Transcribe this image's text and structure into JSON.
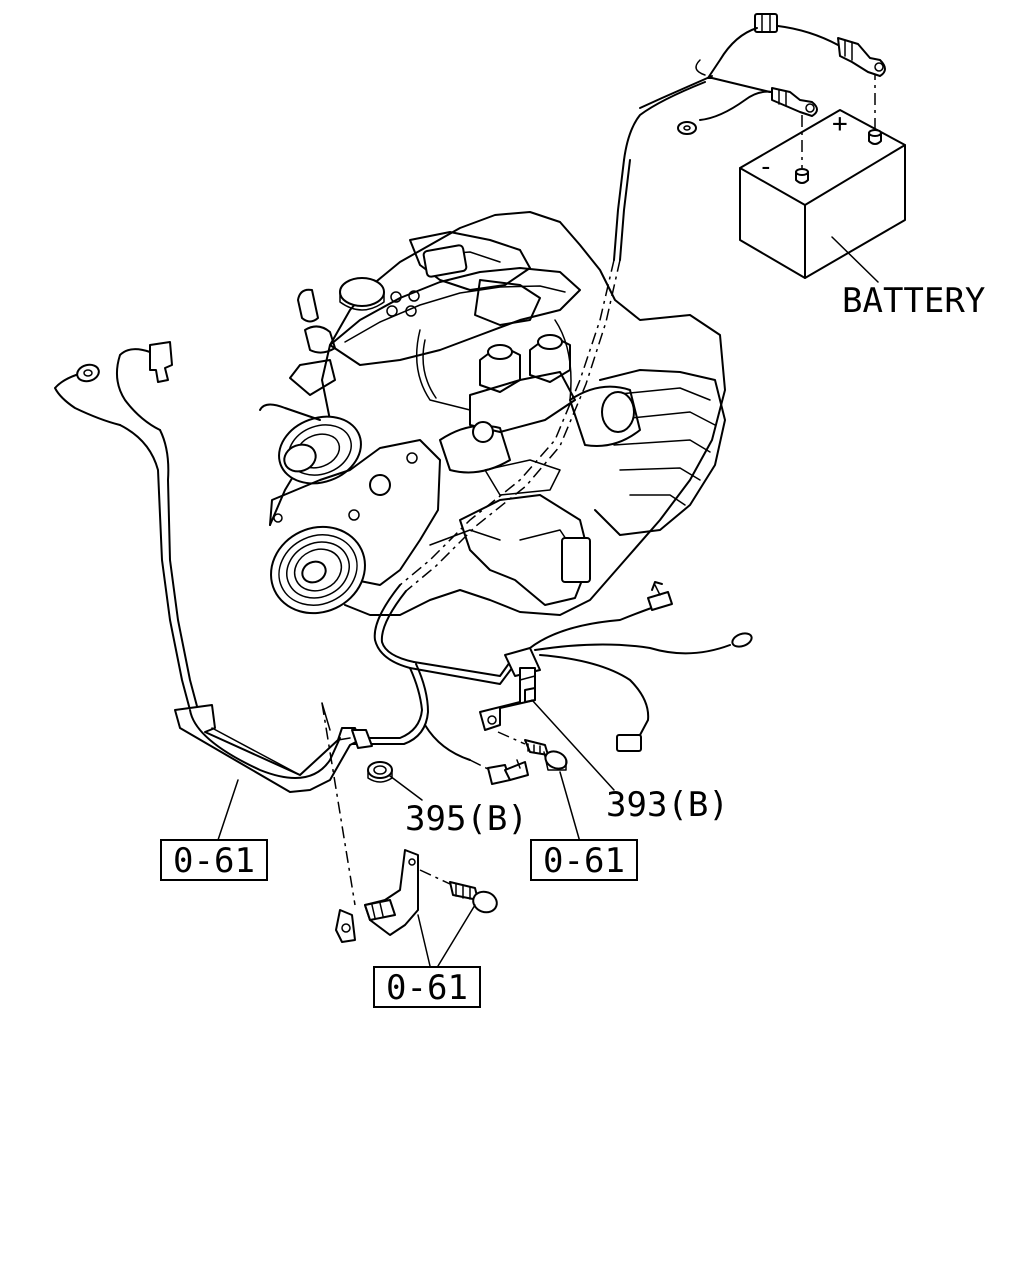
{
  "labels": {
    "battery": "BATTERY",
    "part_395": "395(B)",
    "part_393": "393(B)",
    "ref_left": "0-61",
    "ref_right": "0-61",
    "ref_bottom": "0-61",
    "battery_plus": "+",
    "battery_minus": "-"
  }
}
